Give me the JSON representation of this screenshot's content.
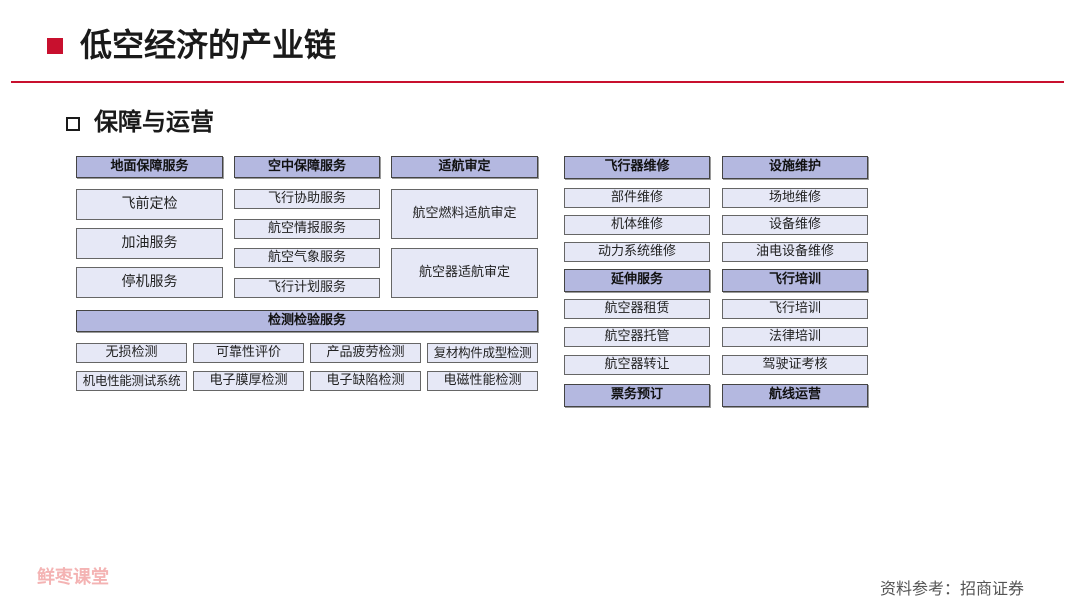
{
  "page": {
    "title": "低空经济的产业链",
    "section": "保障与运营"
  },
  "left_group": {
    "ground": {
      "header": "地面保障服务",
      "items": [
        "飞前定检",
        "加油服务",
        "停机服务"
      ]
    },
    "air": {
      "header": "空中保障服务",
      "items": [
        "飞行协助服务",
        "航空情报服务",
        "航空气象服务",
        "飞行计划服务"
      ]
    },
    "airworthiness": {
      "header": "适航审定",
      "items": [
        "航空燃料适航审定",
        "航空器适航审定"
      ]
    },
    "testing": {
      "header": "检测检验服务",
      "items": [
        "无损检测",
        "可靠性评价",
        "产品疲劳检测",
        "复材构件成型检测",
        "机电性能测试系统",
        "电子膜厚检测",
        "电子缺陷检测",
        "电磁性能检测"
      ]
    }
  },
  "right_group": {
    "flight_maintenance": {
      "header": "飞行器维修",
      "items": [
        "部件维修",
        "机体维修",
        "动力系统维修"
      ]
    },
    "facility_maintenance": {
      "header": "设施维护",
      "items": [
        "场地维修",
        "设备维修",
        "油电设备维修"
      ]
    },
    "extension": {
      "header": "延伸服务",
      "items": [
        "航空器租赁",
        "航空器托管",
        "航空器转让"
      ]
    },
    "training": {
      "header": "飞行培训",
      "items": [
        "飞行培训",
        "法律培训",
        "驾驶证考核"
      ]
    },
    "ticketing": {
      "header": "票务预订"
    },
    "routes": {
      "header": "航线运营"
    }
  },
  "footer": {
    "watermark": "鲜枣课堂",
    "source": "资料参考：招商证券"
  },
  "colors": {
    "accent": "#c8102e",
    "header_fill": "#b4b8e0",
    "item_fill": "#e6e8f6"
  }
}
